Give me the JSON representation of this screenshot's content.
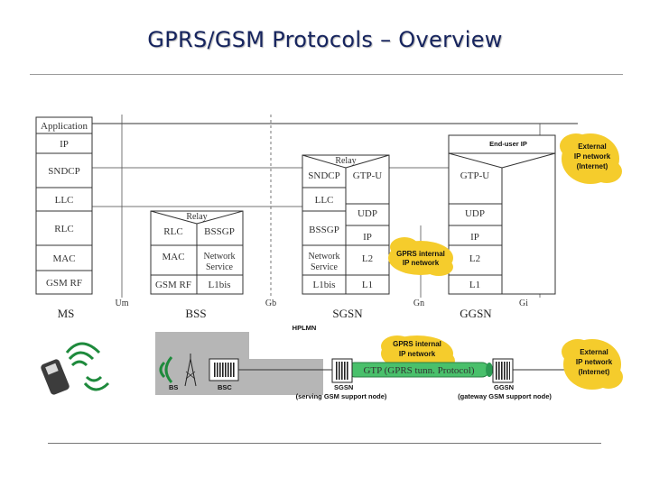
{
  "title": "GPRS/GSM Protocols – Overview",
  "ms_stack": [
    "Application",
    "IP",
    "SNDCP",
    "LLC",
    "RLC",
    "MAC",
    "GSM RF"
  ],
  "bss_relay": "Relay",
  "bss_left": [
    "RLC",
    "MAC",
    "GSM RF"
  ],
  "bss_right": [
    "BSSGP",
    "Network Service",
    "L1bis"
  ],
  "sgsn_relay": "Relay",
  "sgsn_left": [
    "SNDCP",
    "LLC",
    "BSSGP",
    "Network Service",
    "L1bis"
  ],
  "sgsn_right": [
    "GTP-U",
    "UDP",
    "IP",
    "L2",
    "L1"
  ],
  "ggsn_top": "End-user IP",
  "ggsn_stack": [
    "GTP-U",
    "UDP",
    "IP",
    "L2",
    "L1"
  ],
  "interfaces": {
    "um": "Um",
    "gb": "Gb",
    "gn": "Gn",
    "gi": "Gi"
  },
  "nodes": {
    "ms": "MS",
    "bss": "BSS",
    "sgsn": "SGSN",
    "ggsn": "GGSN"
  },
  "clouds": {
    "ext_top": [
      "External",
      "IP network",
      "(Internet)"
    ],
    "gprs_mid": [
      "GPRS internal",
      "IP network"
    ],
    "gprs_low": [
      "GPRS internal",
      "IP network"
    ],
    "ext_low": [
      "External",
      "IP network",
      "(Internet)"
    ]
  },
  "bottom": {
    "hplmn": "HPLMN",
    "bs": "BS",
    "bsc": "BSC",
    "gtp_tunnel": "GTP (GPRS tunn. Protocol)",
    "sgsn_label": "SGSN",
    "sgsn_desc": "(serving GSM support node)",
    "ggsn_label": "GGSN",
    "ggsn_desc": "(gateway GSM support node)"
  },
  "colors": {
    "title": "#16245e",
    "cloud": "#f5cc2c",
    "tunnel": "#49c06b",
    "hplmn": "#b6b6b6",
    "phone": "#1e8a3c"
  }
}
